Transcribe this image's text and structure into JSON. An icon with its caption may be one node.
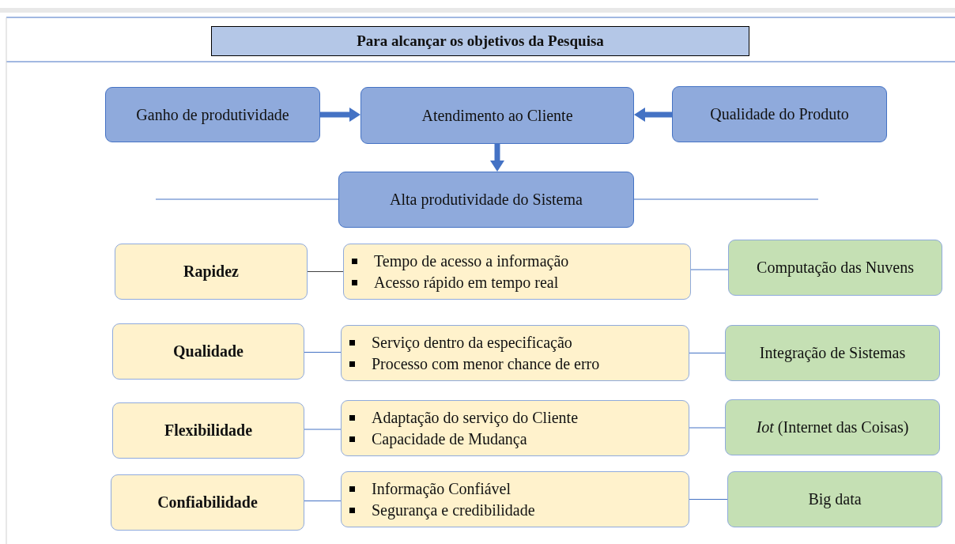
{
  "diagram": {
    "nodes": [
      {
        "text": [
          "Para alcançar os objetivos da Pesquisa"
        ]
      },
      {
        "text": [
          "Ganho de produtividade"
        ]
      },
      {
        "text": [
          "Atendimento ao Cliente"
        ]
      },
      {
        "text": [
          "Qualidade do Produto"
        ]
      },
      {
        "text": [
          "Alta produtividade do Sistema"
        ]
      },
      {
        "text": [
          "Rapidez"
        ]
      },
      {
        "text": [
          "Tempo de acesso a informação",
          "Acesso rápido em tempo real"
        ]
      },
      {
        "text": [
          "Computação das Nuvens"
        ]
      },
      {
        "text": [
          "Qualidade"
        ]
      },
      {
        "text": [
          "Serviço dentro da especificação",
          "Processo com menor chance de erro"
        ]
      },
      {
        "text": [
          "Integração de Sistemas"
        ]
      },
      {
        "text": [
          "Flexibilidade"
        ]
      },
      {
        "text": [
          "Adaptação do serviço do Cliente",
          "Capacidade de Mudança"
        ]
      },
      {
        "text": [
          "*Iot* (Internet das Coisas)"
        ]
      },
      {
        "text": [
          "Confiabilidade"
        ]
      },
      {
        "text": [
          "Informação Confiável",
          "Segurança e credibilidade"
        ]
      },
      {
        "text": [
          "Big data"
        ]
      }
    ],
    "edges": [
      {
        "from": 1,
        "to": 2,
        "arrow": "to",
        "style": "thick"
      },
      {
        "from": 3,
        "to": 2,
        "arrow": "to",
        "style": "thick"
      },
      {
        "from": 2,
        "to": 4,
        "arrow": "to",
        "style": "thick"
      },
      {
        "from": 5,
        "to": 6,
        "arrow": "none",
        "color": "#404040"
      },
      {
        "from": 6,
        "to": 7,
        "arrow": "none"
      },
      {
        "from": 8,
        "to": 9,
        "arrow": "none"
      },
      {
        "from": 9,
        "to": 10,
        "arrow": "none"
      },
      {
        "from": 11,
        "to": 12,
        "arrow": "none"
      },
      {
        "from": 12,
        "to": 13,
        "arrow": "none"
      },
      {
        "from": 14,
        "to": 15,
        "arrow": "none"
      },
      {
        "from": 15,
        "to": 16,
        "arrow": "none"
      }
    ]
  }
}
